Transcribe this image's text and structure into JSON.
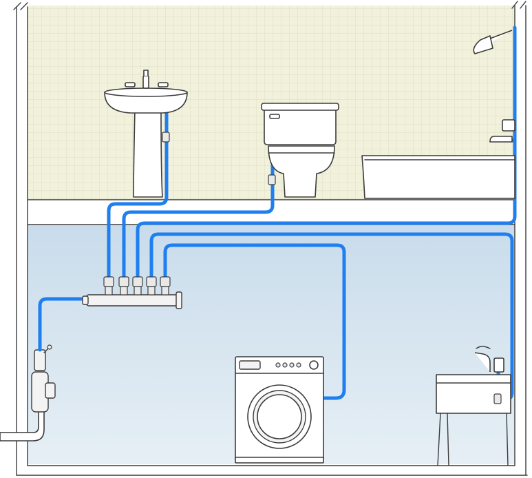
{
  "diagram": {
    "kind": "home manifold plumbing cutaway",
    "colors": {
      "upper_wall": "#f2f1dc",
      "tile_grid": "#dedfc6",
      "basement": "#d4e3ee",
      "floor_band": "#ffffff",
      "pipe": "#1f7ff0",
      "outline": "#3b3b3b"
    },
    "fixtures": [
      {
        "name": "pedestal-sink",
        "icon": "sink-icon"
      },
      {
        "name": "toilet",
        "icon": "toilet-icon"
      },
      {
        "name": "bathtub",
        "icon": "bathtub-icon"
      },
      {
        "name": "shower-head",
        "icon": "shower-icon"
      },
      {
        "name": "manifold",
        "icon": "manifold-icon",
        "ports": 5
      },
      {
        "name": "washing-machine",
        "icon": "washer-icon"
      },
      {
        "name": "utility-sink",
        "icon": "utility-sink-icon"
      },
      {
        "name": "main-shutoff-valve",
        "icon": "valve-icon"
      }
    ]
  }
}
